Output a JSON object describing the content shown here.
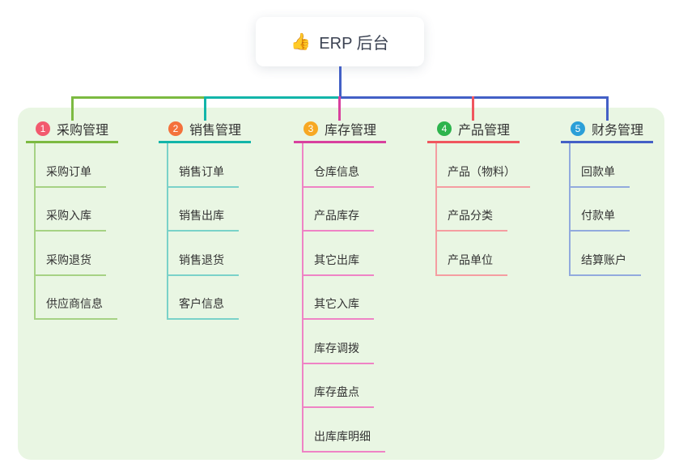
{
  "root": {
    "icon": "👍",
    "title": "ERP 后台"
  },
  "colors": {
    "panel_bg": "#e9f6e3",
    "connector_root": "#4360c6"
  },
  "branches": [
    {
      "num": "1",
      "label": "采购管理",
      "badge_color": "#f25a6e",
      "line_color": "#7cba41",
      "child_line_color": "#a6d284",
      "children": [
        "采购订单",
        "采购入库",
        "采购退货",
        "供应商信息"
      ]
    },
    {
      "num": "2",
      "label": "销售管理",
      "badge_color": "#f4713b",
      "line_color": "#12b5a9",
      "child_line_color": "#7ad2c9",
      "children": [
        "销售订单",
        "销售出库",
        "销售退货",
        "客户信息"
      ]
    },
    {
      "num": "3",
      "label": "库存管理",
      "badge_color": "#f7a823",
      "line_color": "#d8409e",
      "child_line_color": "#ef83c5",
      "children": [
        "仓库信息",
        "产品库存",
        "其它出库",
        "其它入库",
        "库存调拨",
        "库存盘点",
        "出库库明细"
      ]
    },
    {
      "num": "4",
      "label": "产品管理",
      "badge_color": "#2db44d",
      "line_color": "#f0565e",
      "child_line_color": "#f59da1",
      "children": [
        "产品（物料）",
        "产品分类",
        "产品单位"
      ]
    },
    {
      "num": "5",
      "label": "财务管理",
      "badge_color": "#2b9fd8",
      "line_color": "#4360c6",
      "child_line_color": "#92aadd",
      "children": [
        "回款单",
        "付款单",
        "结算账户"
      ]
    }
  ]
}
